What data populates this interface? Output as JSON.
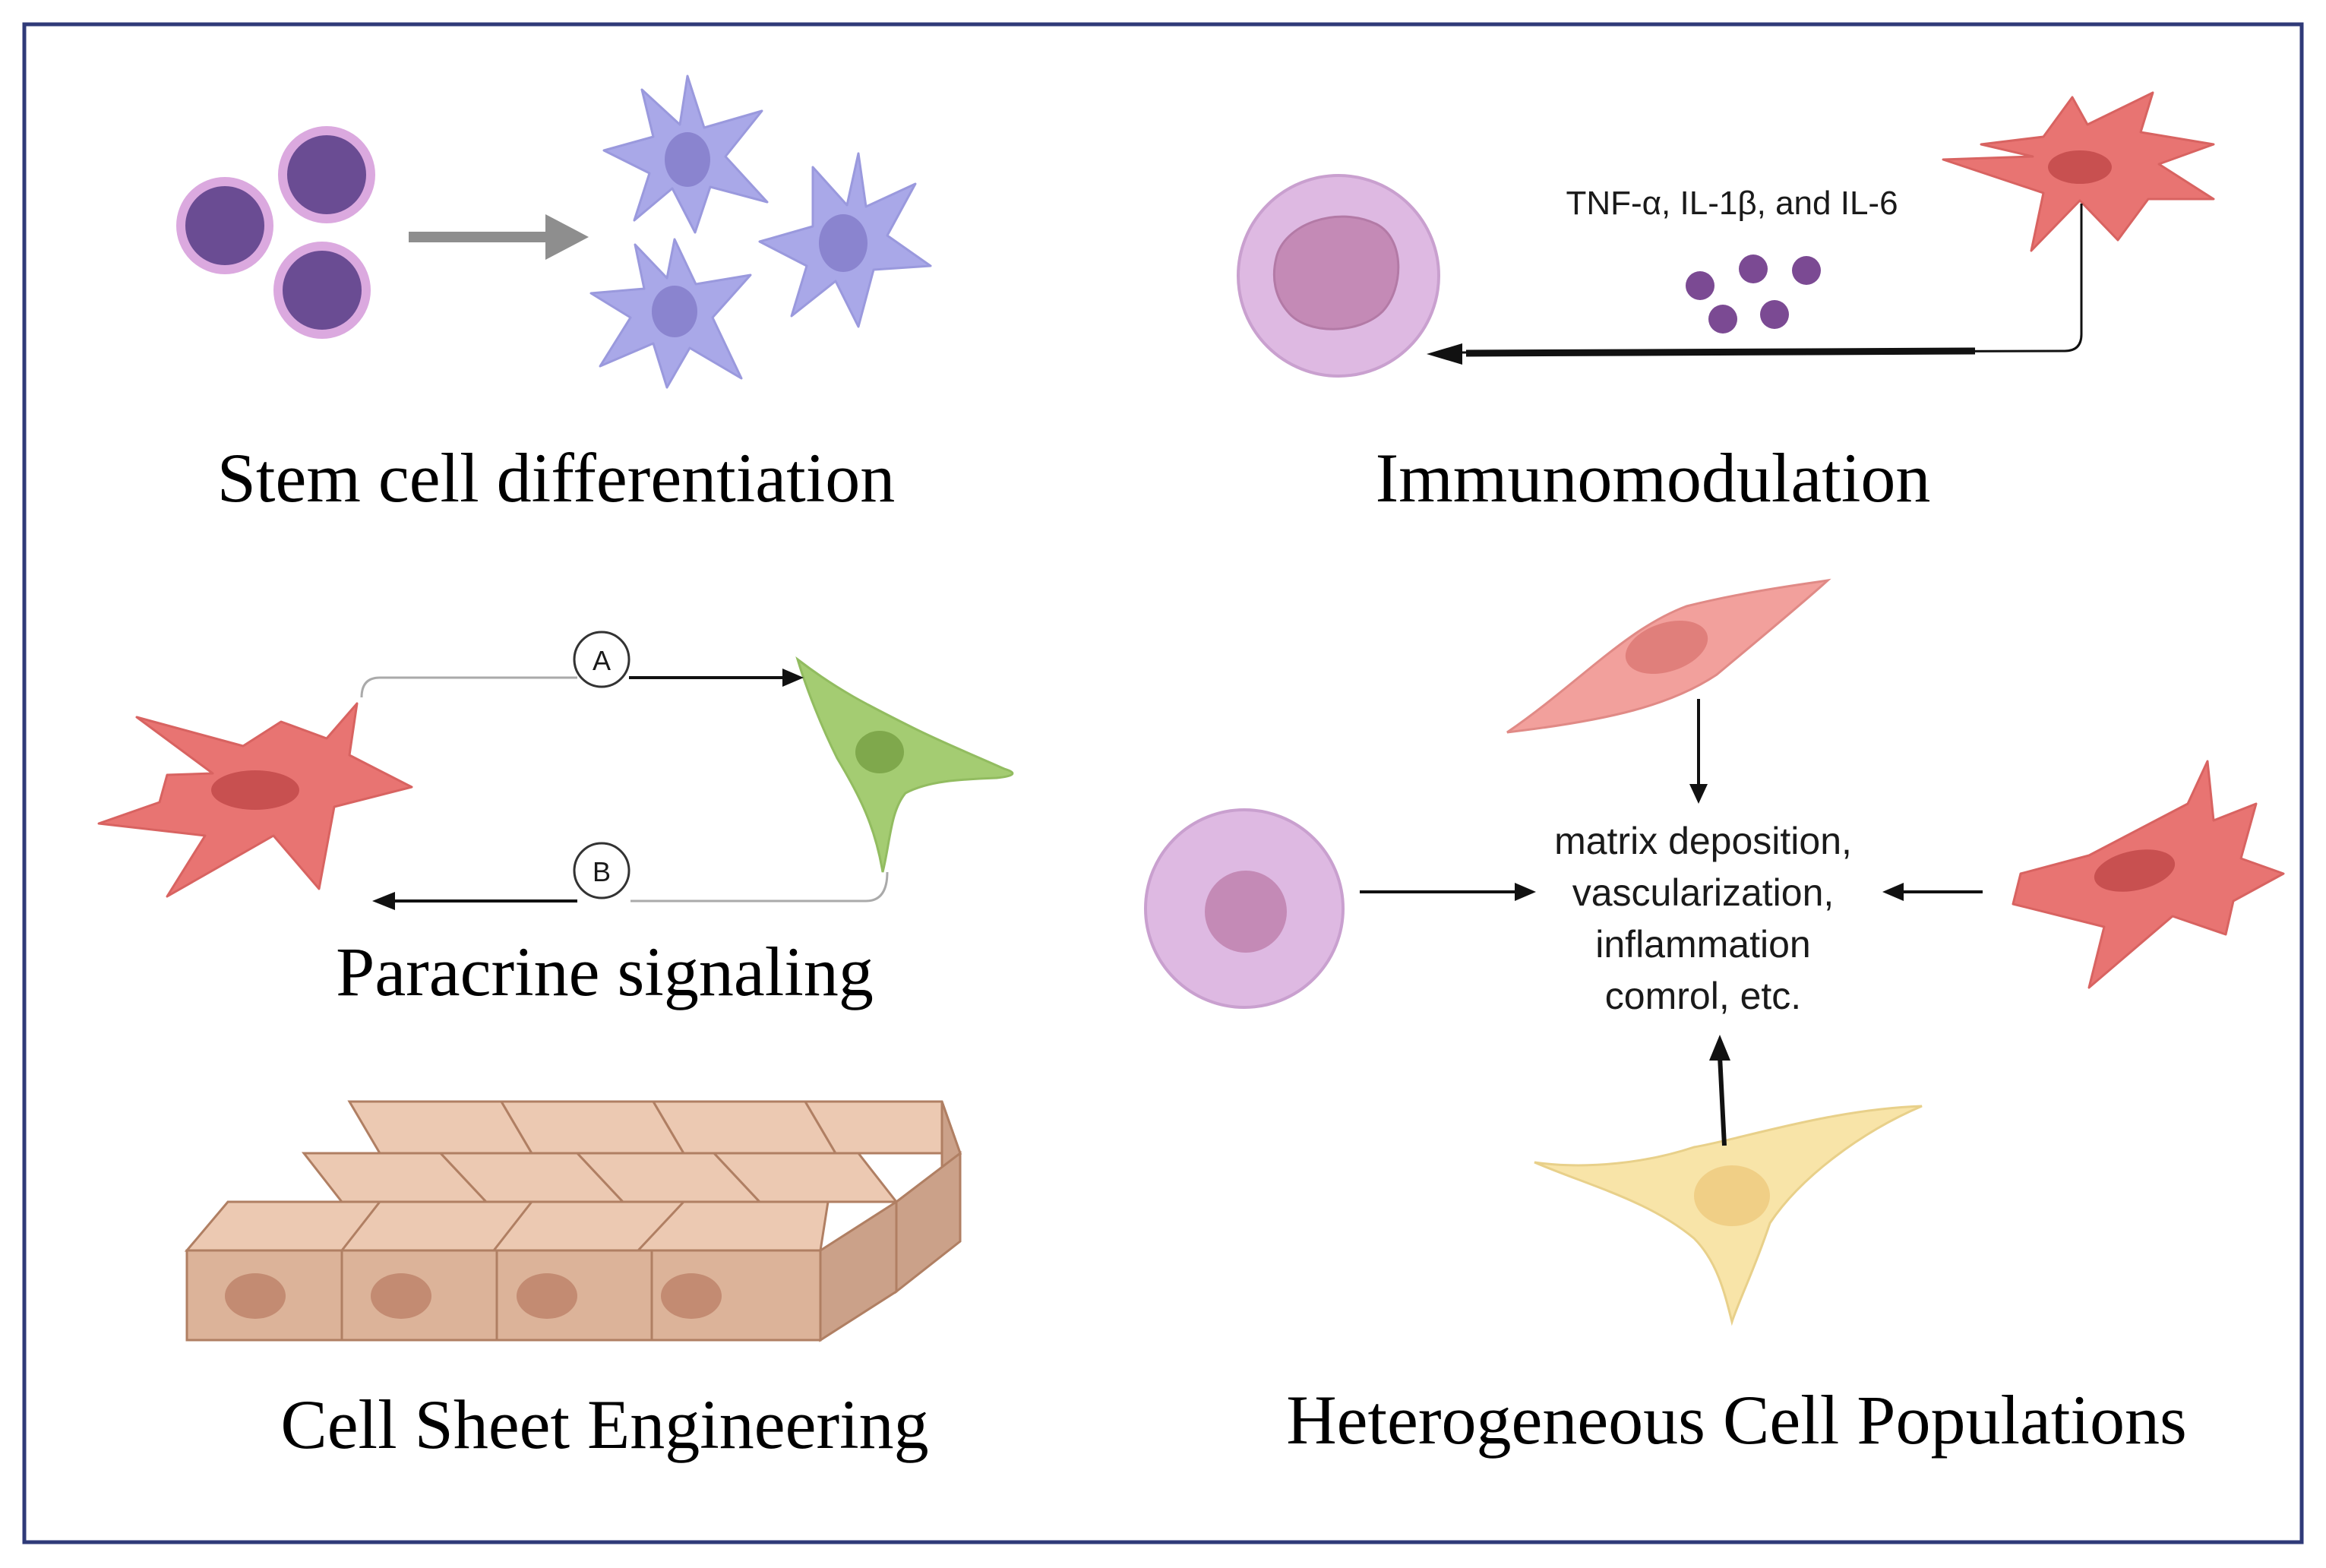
{
  "colors": {
    "frame": "#2f3a78",
    "stem_cell_fill": "#6a4c93",
    "stem_cell_ring": "#dba9df",
    "dendritic_fill": "#a9a8e8",
    "dendritic_nucleus": "#8a84cf",
    "fibroblast_red": "#e87472",
    "fibroblast_nucleus": "#c85050",
    "green_cell": "#a4cc72",
    "green_nucleus": "#7fa84c",
    "immune_cell": "#deb9e2",
    "immune_nucleus": "#c48ab6",
    "cytokine_dot": "#7b4a93",
    "pink_cell": "#f2a09c",
    "pink_nucleus": "#e07f7b",
    "yellow_cell": "#f8e4a8",
    "yellow_nucleus": "#f0cf86",
    "sheet_top": "#ecc9b2",
    "sheet_side": "#cba189",
    "sheet_stroke": "#b07f63",
    "sheet_nucleus": "#c38b72"
  },
  "panels": {
    "stem_cell": {
      "title": "Stem cell differentiation"
    },
    "immunomodulation": {
      "title": "Immunomodulation",
      "cytokines_label": "TNF-α, IL-1β, and IL-6"
    },
    "paracrine": {
      "title": "Paracrine signaling",
      "label_a": "A",
      "label_b": "B"
    },
    "cell_sheet": {
      "title": "Cell Sheet Engineering"
    },
    "heterogeneous": {
      "title": "Heterogeneous Cell Populations",
      "center_lines": [
        "matrix deposition,",
        "vascularization,",
        "inflammation",
        "comrol, etc."
      ]
    }
  }
}
